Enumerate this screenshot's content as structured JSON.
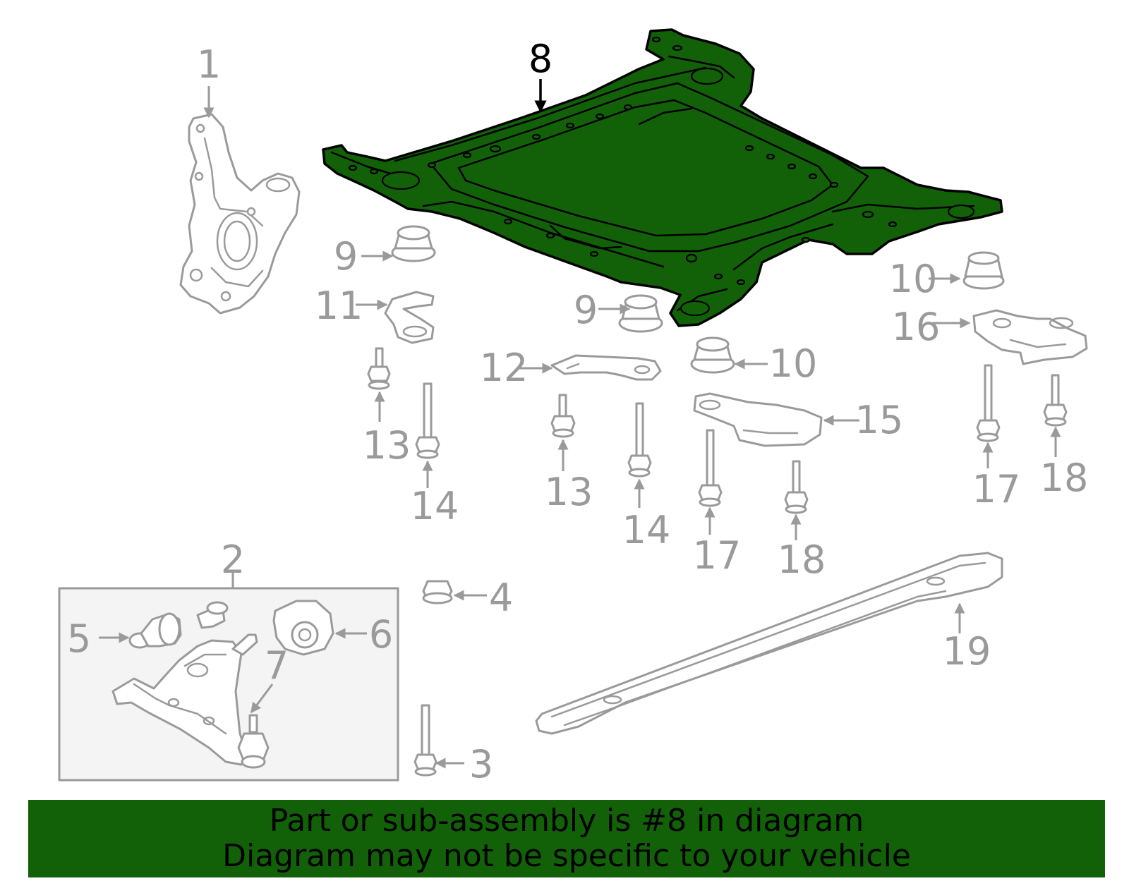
{
  "highlight_color": "#126109",
  "line_color": "#9a9a9a",
  "highlighted_part": "8",
  "callouts": {
    "c1": "1",
    "c2": "2",
    "c3": "3",
    "c4": "4",
    "c5": "5",
    "c6": "6",
    "c7": "7",
    "c8": "8",
    "c9a": "9",
    "c9b": "9",
    "c10a": "10",
    "c10b": "10",
    "c11": "11",
    "c12": "12",
    "c13a": "13",
    "c13b": "13",
    "c14a": "14",
    "c14b": "14",
    "c15": "15",
    "c16": "16",
    "c17a": "17",
    "c17b": "17",
    "c18a": "18",
    "c18b": "18",
    "c19": "19"
  },
  "banner": {
    "line1": "Part or sub-assembly is #8 in diagram",
    "line2": "Diagram may not be specific to your vehicle"
  }
}
